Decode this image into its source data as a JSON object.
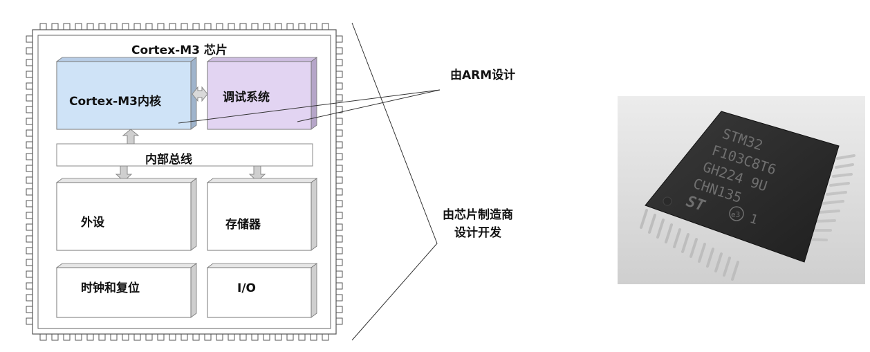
{
  "diagram": {
    "chip_title": "Cortex-M3 芯片",
    "core_label": "Cortex-M3内核",
    "debug_label": "调试系统",
    "bus_label": "内部总线",
    "peripheral_label": "外设",
    "memory_label": "存储器",
    "clock_reset_label": "时钟和复位",
    "io_label": "I/O"
  },
  "annotations": {
    "designed_by_arm": "由ARM设计",
    "designed_by_maker": "由芯片制造商\n设计开发"
  },
  "photo": {
    "chip_marking_lines": [
      "STM32",
      "F103C8T6",
      "GH224 9U",
      "CHN135"
    ],
    "logo_text": "ST",
    "e3_mark": "e3",
    "one_mark": "1"
  },
  "colors": {
    "core_fill": "#cfe3f7",
    "debug_fill": "#e2d4f2",
    "chip_body": "#2a2a2a",
    "marking": "#6f6f6f"
  }
}
